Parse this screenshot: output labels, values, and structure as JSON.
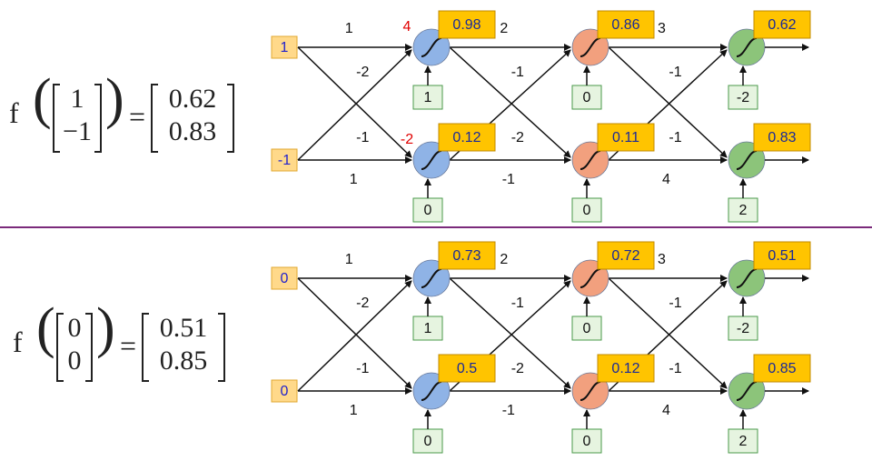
{
  "colors": {
    "input_box": "#ffd98a",
    "input_border": "#e0a830",
    "input_text": "#2222cc",
    "bias_box": "#e6f4e0",
    "bias_border": "#4a9a4a",
    "output_box": "#ffc400",
    "output_border": "#c08a00",
    "output_text": "#1a2a99",
    "highlight": "#e00000",
    "neuron_layer1": "#8fb3e6",
    "neuron_layer2": "#f2a07e",
    "neuron_layer3": "#8cc47a",
    "divider": "#7b2a7b"
  },
  "weights": {
    "layer1": [
      "1",
      "-2",
      "-1",
      "1"
    ],
    "layer2": [
      "2",
      "-1",
      "-2",
      "-1"
    ],
    "layer3": [
      "3",
      "-1",
      "-1",
      "4"
    ]
  },
  "biases": {
    "layer1": [
      "1",
      "0"
    ],
    "layer2": [
      "0",
      "0"
    ],
    "layer3": [
      "-2",
      "2"
    ]
  },
  "examples": [
    {
      "inputs": [
        "1",
        "-1"
      ],
      "z": [
        "4",
        "-2"
      ],
      "outputs": [
        [
          "0.98",
          "0.12"
        ],
        [
          "0.86",
          "0.11"
        ],
        [
          "0.62",
          "0.83"
        ]
      ],
      "formula": {
        "f": "f",
        "in": [
          "1",
          "−1"
        ],
        "eq": "=",
        "out": [
          "0.62",
          "0.83"
        ]
      }
    },
    {
      "inputs": [
        "0",
        "0"
      ],
      "z": [
        "",
        ""
      ],
      "outputs": [
        [
          "0.73",
          "0.5"
        ],
        [
          "0.72",
          "0.12"
        ],
        [
          "0.51",
          "0.85"
        ]
      ],
      "formula": {
        "f": "f",
        "in": [
          "0",
          "0"
        ],
        "eq": "=",
        "out": [
          "0.51",
          "0.85"
        ]
      }
    }
  ]
}
